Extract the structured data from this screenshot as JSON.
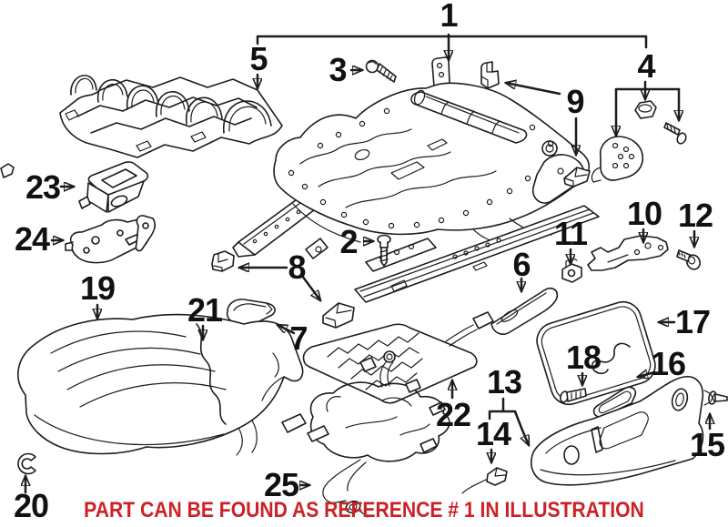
{
  "diagram": {
    "background_color": "#ffffff",
    "line_color": "#1c1c1c",
    "caption": {
      "text": "PART CAN BE FOUND AS REFERENCE # 1 IN ILLUSTRATION",
      "color": "#cc2127"
    },
    "callouts": [
      {
        "label": "1",
        "part": "seat-frame"
      },
      {
        "label": "2",
        "part": "screw"
      },
      {
        "label": "3",
        "part": "bolt"
      },
      {
        "label": "4",
        "part": "recliner-hardware"
      },
      {
        "label": "5",
        "part": "spring-mat"
      },
      {
        "label": "6",
        "part": "side-trim-strip"
      },
      {
        "label": "7",
        "part": "trim-cap"
      },
      {
        "label": "8",
        "part": "mounting-clips"
      },
      {
        "label": "9",
        "part": "retainer-clips"
      },
      {
        "label": "10",
        "part": "support-bracket"
      },
      {
        "label": "11",
        "part": "square-clip"
      },
      {
        "label": "12",
        "part": "screw-with-washer"
      },
      {
        "label": "13",
        "part": "side-shield-panel"
      },
      {
        "label": "14",
        "part": "panel-clip"
      },
      {
        "label": "15",
        "part": "push-pin"
      },
      {
        "label": "16",
        "part": "handle-bezel"
      },
      {
        "label": "17",
        "part": "trim-cable"
      },
      {
        "label": "18",
        "part": "panel-screw"
      },
      {
        "label": "19",
        "part": "seat-cushion-pad"
      },
      {
        "label": "20",
        "part": "c-clip"
      },
      {
        "label": "21",
        "part": "seat-cover"
      },
      {
        "label": "22",
        "part": "seat-heater-pad"
      },
      {
        "label": "23",
        "part": "control-module"
      },
      {
        "label": "24",
        "part": "module-bracket"
      },
      {
        "label": "25",
        "part": "wiring-harness"
      }
    ]
  }
}
